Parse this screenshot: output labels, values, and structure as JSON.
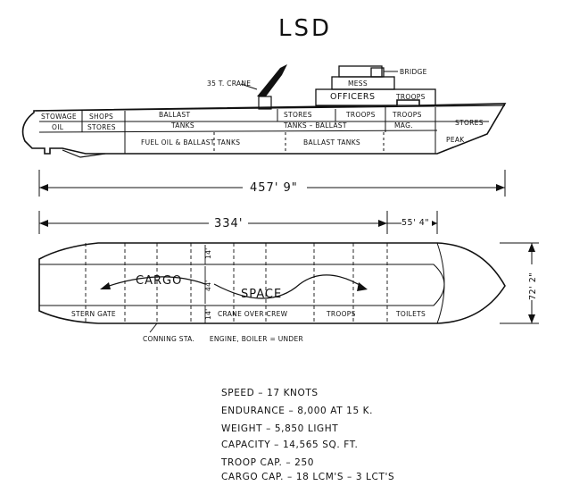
{
  "title": "LSD",
  "profile_labels": {
    "crane": "35 T. CRANE",
    "bridge": "BRIDGE",
    "mess": "MESS",
    "officers": "OFFICERS",
    "troops_top": "TROOPS",
    "stowage": "STOWAGE",
    "oil": "OIL",
    "shops": "SHOPS",
    "stores_aft": "STORES",
    "ballast": "BALLAST",
    "tanks": "TANKS",
    "stores_mid": "STORES",
    "troops_a": "TROOPS",
    "troops_b": "TROOPS",
    "stores_fwd": "STORES",
    "tanks_ballast": "TANKS – BALLAST",
    "mag": "MAG.",
    "fuel_tanks": "FUEL OIL & BALLAST TANKS",
    "ballast_tanks": "BALLAST TANKS",
    "peak": "PEAK"
  },
  "dimensions": {
    "overall_length": "457' 9\"",
    "well_length": "334'",
    "bow_length": "55' 4\"",
    "beam": "72' 2\"",
    "well_width_a": "14'",
    "well_width_b": "44'",
    "well_width_c": "14'"
  },
  "plan_labels": {
    "cargo": "CARGO",
    "space": "SPACE",
    "stern_gate": "STERN GATE",
    "crane_over_crew": "CRANE OVER CREW",
    "troops": "TROOPS",
    "toilets": "TOILETS",
    "conning": "CONNING STA.",
    "engine": "ENGINE, BOILER = UNDER"
  },
  "specs": [
    "SPEED – 17 KNOTS",
    "ENDURANCE – 8,000 AT 15 K.",
    "WEIGHT – 5,850 LIGHT",
    "CAPACITY – 14,565 SQ. FT.",
    "TROOP CAP. – 250",
    "CARGO CAP. – 18 LCM'S – 3 LCT'S"
  ]
}
